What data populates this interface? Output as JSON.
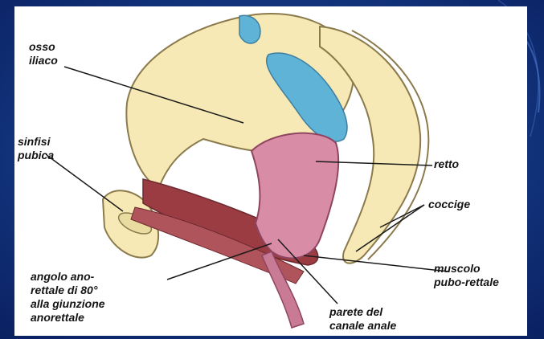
{
  "colors": {
    "slide_background": "#0d2a6b",
    "bone": "#f6e9b6",
    "bone_outline": "#8a7a4c",
    "cartilage": "#5fb3d6",
    "rectum": "#d98ca6",
    "muscle": "#9b3c43"
  },
  "labels": {
    "osso_iliaco": "osso\niliaco",
    "sinfisi_pubica": "sinfisi\npubica",
    "retto": "retto",
    "coccige": "coccige",
    "muscolo_pubo_rettale": "muscolo\npubo-rettale",
    "angolo_ano_rettale": "angolo ano-\nrettale di 80°\nalla giunzione\nanorettale",
    "parete_canale_anale": "parete del\ncanale anale"
  }
}
